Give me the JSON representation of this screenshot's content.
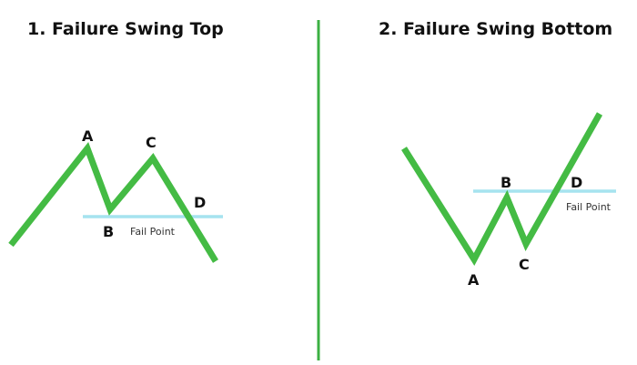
{
  "colors": {
    "zigzag": "#44bb44",
    "fail_line": "#a6e3ef",
    "divider": "#3cb043",
    "text": "#111111"
  },
  "panel1": {
    "title": "1. Failure Swing Top",
    "points": {
      "A": "A",
      "B": "B",
      "C": "C",
      "D": "D"
    },
    "fail_label": "Fail Point"
  },
  "panel2": {
    "title": "2. Failure Swing Bottom",
    "points": {
      "A": "A",
      "B": "B",
      "C": "C",
      "D": "D"
    },
    "fail_label": "Fail Point"
  }
}
